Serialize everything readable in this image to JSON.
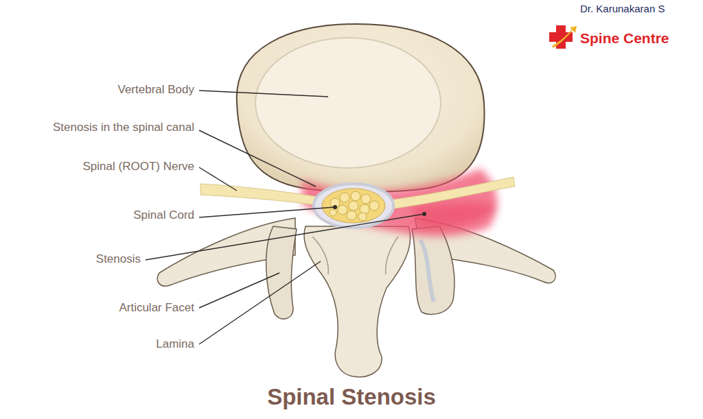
{
  "diagram": {
    "title": "Spinal Stenosis",
    "labels": [
      "Dr. Karunakaran S",
      "Spine Centre",
      "Vertebral Body",
      "Stenosis in the spinal canal",
      "Spinal (ROOT) Nerve",
      "Spinal Cord",
      "Stenosis",
      "Articular Facet",
      "Lamina"
    ]
  }
}
